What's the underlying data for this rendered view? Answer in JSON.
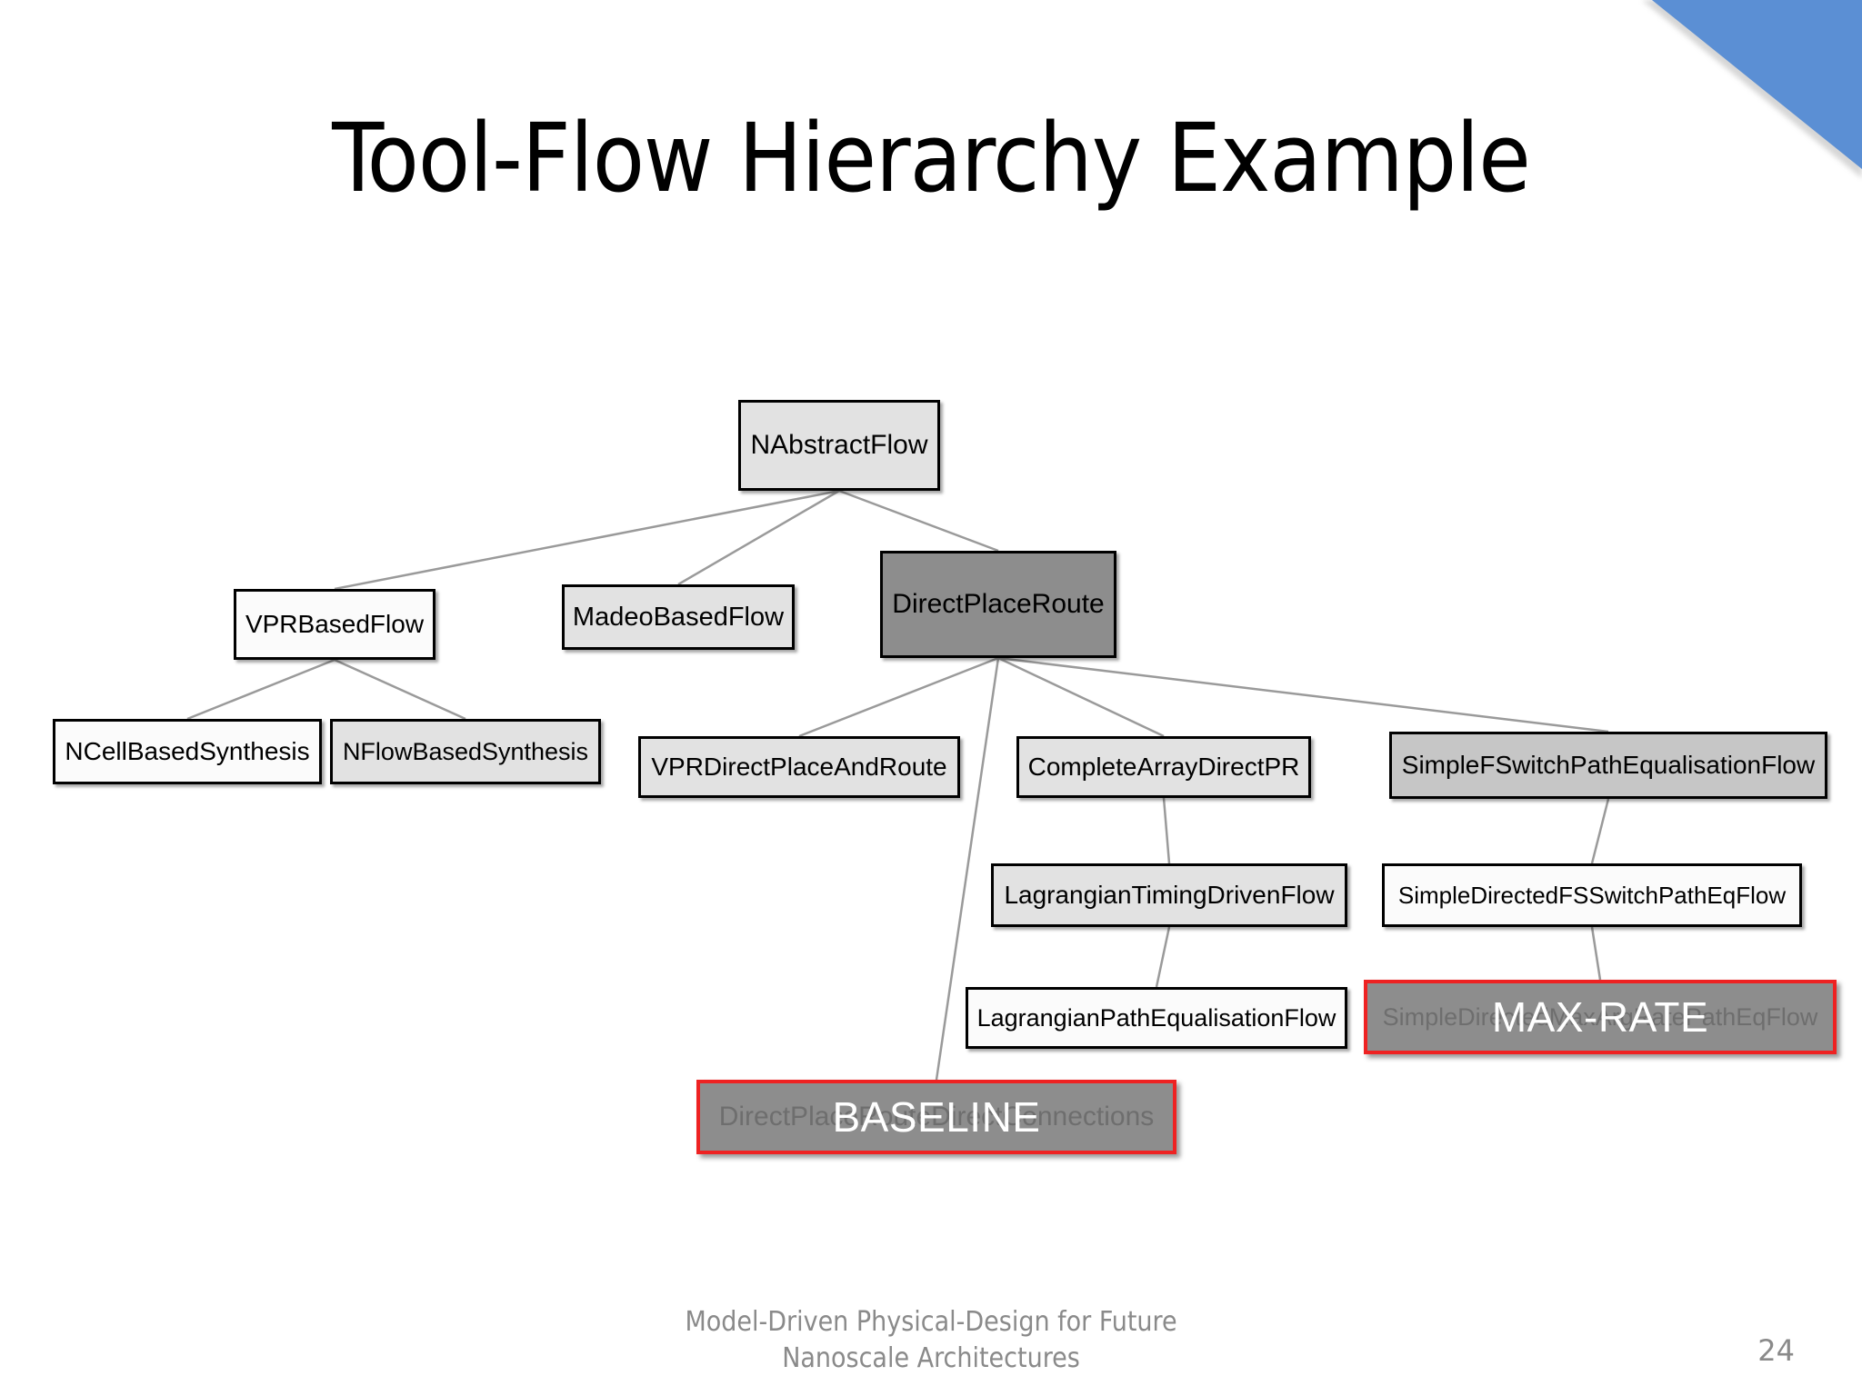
{
  "slide": {
    "title": "Tool-Flow Hierarchy Example",
    "page_number": "24",
    "footer_line1": "Model-Driven Physical-Design for Future",
    "footer_line2": "Nanoscale Architectures",
    "accent_color": "#5b8fd4",
    "highlight_color": "#ee2222"
  },
  "diagram": {
    "type": "class-hierarchy-tree",
    "nodes": [
      {
        "id": "n-abstract-flow",
        "label": "NAbstractFlow",
        "fill": "light"
      },
      {
        "id": "vpr-based-flow",
        "label": "VPRBasedFlow",
        "fill": "white"
      },
      {
        "id": "madeo-based-flow",
        "label": "MadeoBasedFlow",
        "fill": "light"
      },
      {
        "id": "direct-place-route",
        "label": "DirectPlaceRoute",
        "fill": "dark"
      },
      {
        "id": "n-cell-based-synthesis",
        "label": "NCellBasedSynthesis",
        "fill": "white"
      },
      {
        "id": "n-flow-based-synthesis",
        "label": "NFlowBasedSynthesis",
        "fill": "light"
      },
      {
        "id": "vpr-direct-place-and-route",
        "label": "VPRDirectPlaceAndRoute",
        "fill": "light"
      },
      {
        "id": "complete-array-direct-pr",
        "label": "CompleteArrayDirectPR",
        "fill": "light"
      },
      {
        "id": "simple-fswitch-path-eq-flow",
        "label": "SimpleFSwitchPathEqualisationFlow",
        "fill": "mid"
      },
      {
        "id": "lagrangian-timing-driven-flow",
        "label": "LagrangianTimingDrivenFlow",
        "fill": "light"
      },
      {
        "id": "simple-directed-fsswitch-flow",
        "label": "SimpleDirectedFSSwitchPathEqFlow",
        "fill": "white"
      },
      {
        "id": "lagrangian-path-eq-flow",
        "label": "LagrangianPathEqualisationFlow",
        "fill": "white"
      },
      {
        "id": "simple-directed-maxarg-rate-flow",
        "label": "SimpleDirectedMaxArgRatePathEqFlow",
        "fill": "dark",
        "highlight": true,
        "overlay": "MAX-RATE"
      },
      {
        "id": "direct-place-route-direct-conn",
        "label": "DirectPlaceRouteDirectConnections",
        "fill": "dark",
        "highlight": true,
        "overlay": "BASELINE"
      }
    ],
    "edges": [
      [
        "n-abstract-flow",
        "vpr-based-flow"
      ],
      [
        "n-abstract-flow",
        "madeo-based-flow"
      ],
      [
        "n-abstract-flow",
        "direct-place-route"
      ],
      [
        "vpr-based-flow",
        "n-cell-based-synthesis"
      ],
      [
        "vpr-based-flow",
        "n-flow-based-synthesis"
      ],
      [
        "direct-place-route",
        "vpr-direct-place-and-route"
      ],
      [
        "direct-place-route",
        "complete-array-direct-pr"
      ],
      [
        "direct-place-route",
        "simple-fswitch-path-eq-flow"
      ],
      [
        "direct-place-route",
        "direct-place-route-direct-conn"
      ],
      [
        "complete-array-direct-pr",
        "lagrangian-timing-driven-flow"
      ],
      [
        "lagrangian-timing-driven-flow",
        "lagrangian-path-eq-flow"
      ],
      [
        "simple-fswitch-path-eq-flow",
        "simple-directed-fsswitch-flow"
      ],
      [
        "simple-directed-fsswitch-flow",
        "simple-directed-maxarg-rate-flow"
      ]
    ],
    "overlay_labels": {
      "baseline": "BASELINE",
      "max_rate": "MAX-RATE"
    }
  }
}
